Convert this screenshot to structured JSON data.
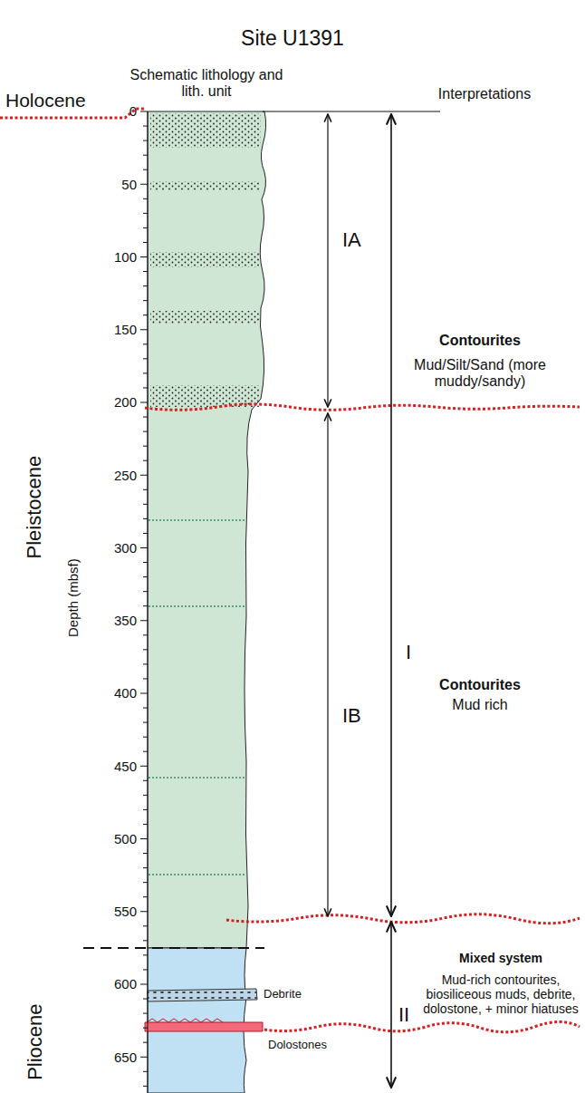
{
  "diagram": {
    "title": "Site U1391",
    "labels": [
      "Schematic lithology and lith. unit",
      "Interpretations",
      "Holocene",
      "Pleistocene",
      "Pliocene",
      "Depth (mbsf)",
      "0",
      "50",
      "100",
      "150",
      "200",
      "250",
      "300",
      "350",
      "400",
      "450",
      "500",
      "550",
      "600",
      "650",
      "IA",
      "IB",
      "I",
      "II",
      "Contourites",
      "Mud/Silt/Sand (more muddy/sandy)",
      "Contourites",
      "Mud rich",
      "Mixed system",
      "Mud-rich contourites, biosiliceous muds, debrite, dolostone, + minor hiatuses",
      "Debrite",
      "Dolostones"
    ]
  }
}
